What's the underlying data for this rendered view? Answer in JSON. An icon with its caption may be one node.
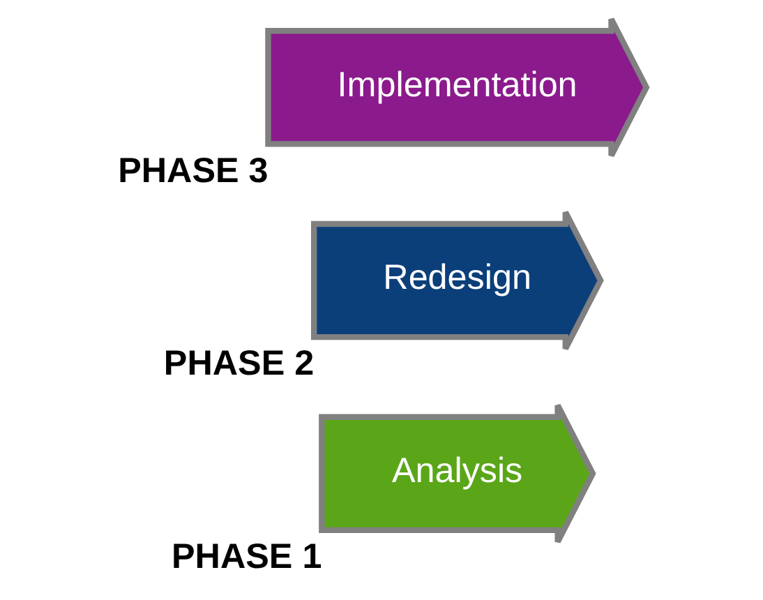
{
  "diagram": {
    "nodes": [
      {
        "text": [
          "Analysis"
        ],
        "beside": [
          "PHASE 1"
        ]
      },
      {
        "text": [
          "Redesign"
        ],
        "beside": [
          "PHASE 2"
        ]
      },
      {
        "text": [
          "Implementation"
        ],
        "beside": [
          "PHASE 3"
        ]
      }
    ]
  }
}
